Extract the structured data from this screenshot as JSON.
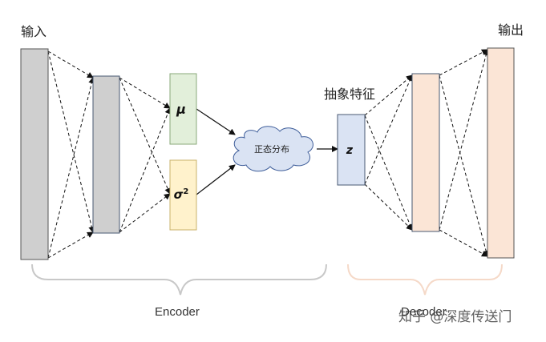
{
  "labels": {
    "input": "输入",
    "output": "输出",
    "latent": "抽象特征",
    "distribution": "正态分布",
    "mu": "μ",
    "sigma": "σ",
    "sigma_power": "2",
    "z": "z",
    "encoder": "Encoder",
    "decoder": "Decoder"
  },
  "watermark": {
    "text": "知乎 @深度传送门"
  },
  "colors": {
    "input_layer": "#cfcfcf",
    "hidden_layer": "#cfcfcf",
    "mu_box": "#e2efda",
    "sigma_box": "#fff2cc",
    "cloud": "#dae3f3",
    "z_box": "#dae3f3",
    "decoder_layer": "#fbe5d6",
    "encoder_brace": "#c8c8c8",
    "decoder_brace": "#f5d9c8"
  }
}
